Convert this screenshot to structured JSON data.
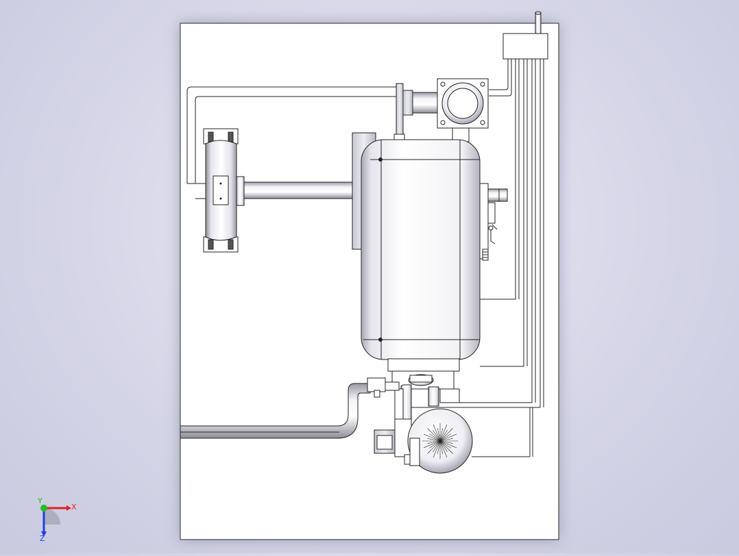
{
  "viewport": {
    "background_color": "#d6d6e8",
    "sheet_color": "#ffffff",
    "line_color": "#1a1a1a"
  },
  "triad": {
    "x_label": "X",
    "y_label": "Y",
    "z_label": "Z",
    "x_color": "#e02020",
    "y_color": "#20c020",
    "z_color": "#2040e0"
  },
  "icons": [
    "reference-triad-icon",
    "tank-icon",
    "motor-icon",
    "pump-housing-icon",
    "flange-icon",
    "connector-block-icon"
  ]
}
